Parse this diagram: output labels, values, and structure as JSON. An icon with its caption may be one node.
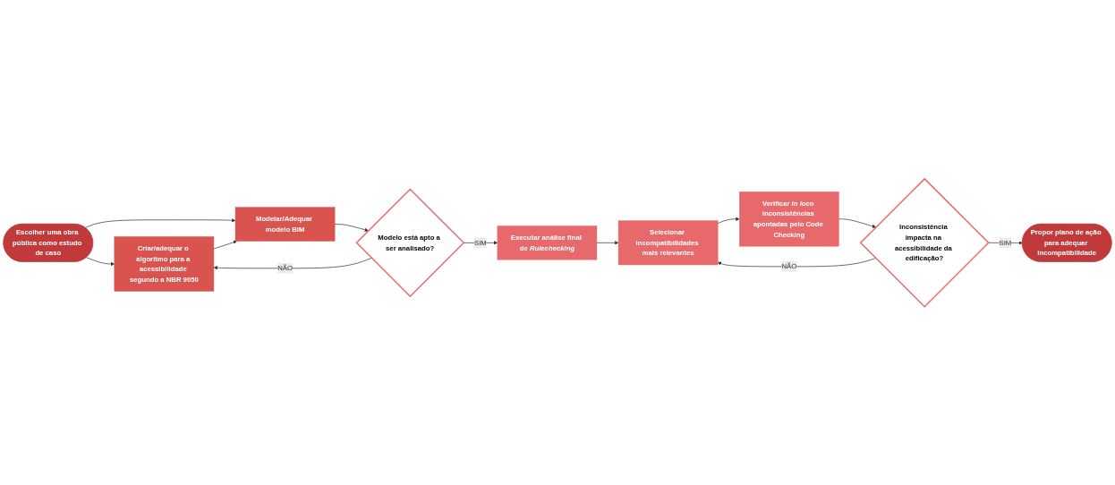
{
  "diagram": {
    "nodes": [
      {
        "text": [
          "Escolher uma obra pública como estudo de caso"
        ]
      },
      {
        "text": [
          "Criar/adequar o algoritmo para a acessibilidade segundo a NBR 9050"
        ]
      },
      {
        "text": [
          "Modelar/Adequar modelo BIM"
        ]
      },
      {
        "text": [
          "Modelo está apto a ser analisado?"
        ]
      },
      {
        "text": [
          "Executar análise final de *Rulechecking*"
        ]
      },
      {
        "text": [
          "Selecionar incompatibilidades mais relevantes"
        ]
      },
      {
        "text": [
          "Verificar *in loco* inconsistências apontadas pelo Code Checking"
        ]
      },
      {
        "text": [
          "Inconsistência impacta na acessibilidade da edificação?"
        ]
      },
      {
        "text": [
          "Propor plano de ação para adequar incompatibilidade"
        ]
      }
    ],
    "edges": [
      {
        "from": 0,
        "to": 1,
        "arrow": "to"
      },
      {
        "from": 0,
        "to": 2,
        "arrow": "to"
      },
      {
        "from": 1,
        "to": 2,
        "arrow": "to"
      },
      {
        "from": 2,
        "to": 3,
        "arrow": "to"
      },
      {
        "from": 3,
        "to": 1,
        "arrow": "to",
        "label": "NÃO"
      },
      {
        "from": 3,
        "to": 4,
        "arrow": "to",
        "label": "SIM"
      },
      {
        "from": 4,
        "to": 5,
        "arrow": "to"
      },
      {
        "from": 5,
        "to": 6,
        "arrow": "to"
      },
      {
        "from": 6,
        "to": 7,
        "arrow": "to"
      },
      {
        "from": 7,
        "to": 5,
        "arrow": "to",
        "label": "NÃO"
      },
      {
        "from": 7,
        "to": 8,
        "arrow": "to",
        "label": "SIM"
      }
    ]
  }
}
